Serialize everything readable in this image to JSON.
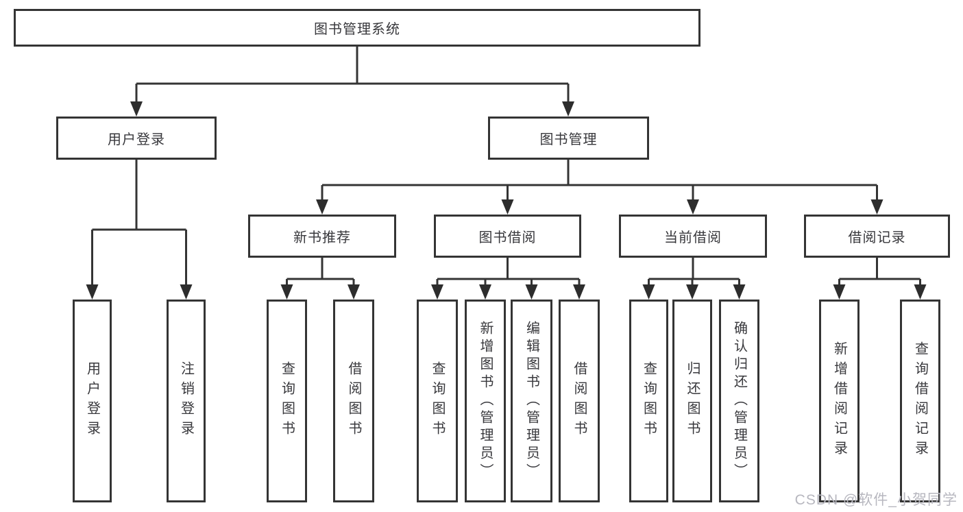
{
  "diagram": {
    "root": {
      "label": "图书管理系统"
    },
    "branches": [
      {
        "label": "用户登录",
        "children": [
          {
            "label": "用户登录"
          },
          {
            "label": "注销登录"
          }
        ]
      },
      {
        "label": "图书管理",
        "groups": [
          {
            "label": "新书推荐",
            "children": [
              {
                "label": "查询图书"
              },
              {
                "label": "借阅图书"
              }
            ]
          },
          {
            "label": "图书借阅",
            "children": [
              {
                "label": "查询图书"
              },
              {
                "label": "新增图书（管理员）"
              },
              {
                "label": "编辑图书（管理员）"
              },
              {
                "label": "借阅图书"
              }
            ]
          },
          {
            "label": "当前借阅",
            "children": [
              {
                "label": "查询图书"
              },
              {
                "label": "归还图书"
              },
              {
                "label": "确认归还（管理员）"
              }
            ]
          },
          {
            "label": "借阅记录",
            "children": [
              {
                "label": "新增借阅记录"
              },
              {
                "label": "查询借阅记录"
              }
            ]
          }
        ]
      }
    ],
    "watermark": "CSDN @软件_小贺同学",
    "colors": {
      "line": "#343434",
      "text": "#38383c",
      "box_background": "#ffffff",
      "watermark": "#b7b7bf"
    }
  }
}
